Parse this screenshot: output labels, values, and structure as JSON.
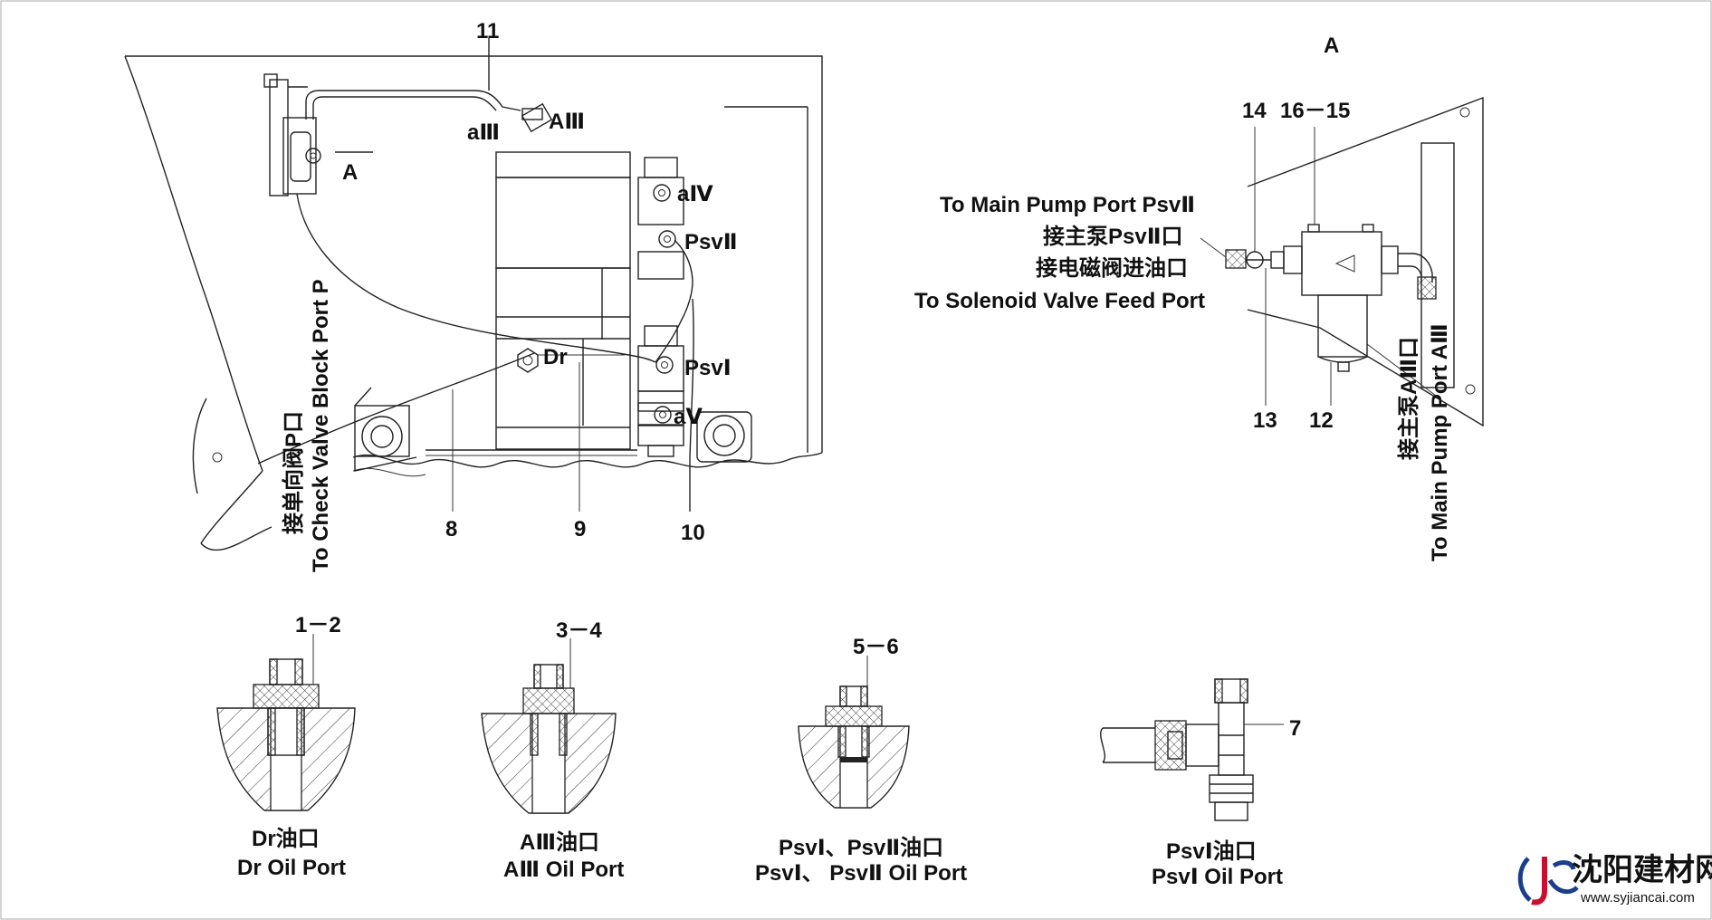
{
  "main_view": {
    "part_11": "11",
    "port_aIII": "aⅢ",
    "port_AIII": "AⅢ",
    "view_ref_A": "A",
    "port_aIV": "aⅣ",
    "port_PsvII": "PsvⅡ",
    "port_Dr": "Dr",
    "port_PsvI": "PsvⅠ",
    "port_aV": "aⅤ",
    "check_valve_cn": "接单向阀P口",
    "check_valve_en": "To Check Valve Block Port P",
    "part_8": "8",
    "part_9": "9",
    "part_10": "10"
  },
  "view_A": {
    "title": "A",
    "part_14": "14",
    "part_16_15": "16－15",
    "main_pump_psvII_en": "To Main Pump Port PsvⅡ",
    "main_pump_psvII_cn": "接主泵PsvⅡ口",
    "solenoid_cn": "接电磁阀进油口",
    "solenoid_en": "To Solenoid Valve Feed Port",
    "part_13": "13",
    "part_12": "12",
    "main_pump_AIII_cn": "接主泵AⅢ口",
    "main_pump_AIII_en": "To Main Pump Port AⅢ"
  },
  "details": [
    {
      "part": "1－2",
      "cn": "Dr油口",
      "en": "Dr Oil Port"
    },
    {
      "part": "3－4",
      "cn": "AⅢ油口",
      "en": "AⅢ Oil Port"
    },
    {
      "part": "5－6",
      "cn": "PsvⅠ、PsvⅡ油口",
      "en": "PsvⅠ、 PsvⅡ Oil Port"
    },
    {
      "part": "7",
      "cn": "PsvⅠ油口",
      "en": "PsvⅠ Oil Port"
    }
  ],
  "watermark": {
    "logo_text": "沈阳建材网",
    "url": "www.syjiancai.com",
    "colors": {
      "blue": "#1a3e8c",
      "red": "#c8102e"
    }
  }
}
